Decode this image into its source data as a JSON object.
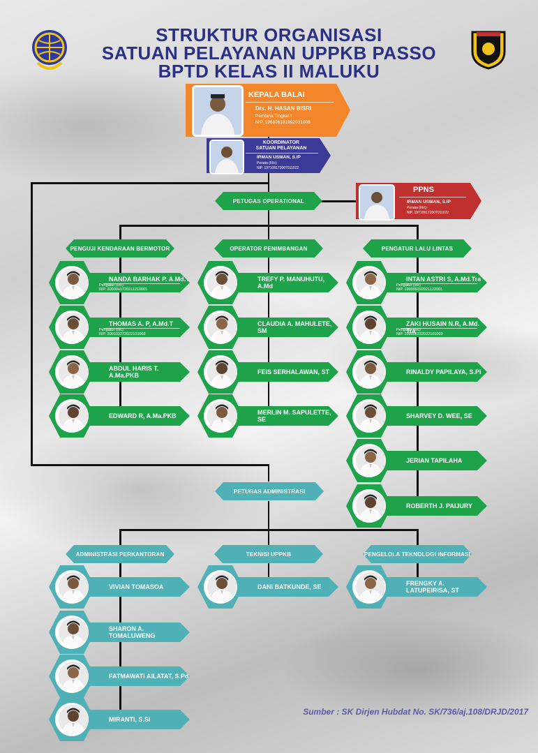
{
  "header": {
    "title_line1": "STRUKTUR ORGANISASI",
    "title_line2": "SATUAN PELAYANAN UPPKB PASSO",
    "title_line3": "BPTD KELAS II MALUKU"
  },
  "head": {
    "role": "KEPALA BALAI",
    "name": "Drs. H. HASAN BISRI",
    "rank": "Pembina Tingkat I",
    "nip": "NIP. 196806181992031008"
  },
  "coordinator": {
    "role_line1": "KOORDINATOR",
    "role_line2": "SATUAN PELAYANAN",
    "name": "IRMAN USMAN, S.IP",
    "rank": "Penata (III/c)",
    "nip": "NIP. 197109172007011022"
  },
  "ppns": {
    "role": "PPNS",
    "name": "IRMAN USMAN, S.IP",
    "rank": "Penata (III/c)",
    "nip": "NIP. 197109172007011022"
  },
  "operational": {
    "label": "PETUGAS OPERATIONAL",
    "groups": [
      {
        "label": "PENGUJI KENDARAAN BERMOTOR"
      },
      {
        "label": "OPERATOR PENIMBANGAN"
      },
      {
        "label": "PENGATUR LALU LINTAS"
      }
    ],
    "col1": [
      {
        "name": "NANDA BARHAK P. A.Md.T",
        "rank": "Pengatur (II/c)",
        "nip": "NIP. 2000041720211210001"
      },
      {
        "name": "THOMAS A. P, A.Md.T",
        "rank": "Pengatur (II/c)",
        "nip": "NIP. 200103272022101002"
      },
      {
        "name": "ABDUL HARIS T. A.Ma.PKB"
      },
      {
        "name": "EDWARD R, A.Ma.PKB"
      }
    ],
    "col2": [
      {
        "name": "TREFY P. MANUHUTU, A.Md"
      },
      {
        "name": "CLAUDIA A. MAHULETE, SM"
      },
      {
        "name": "FEIS SERHALAWAN, ST"
      },
      {
        "name": "MERLIN M. SAPULETTE, SE"
      }
    ],
    "col3": [
      {
        "name": "INTAN ASTRI S, A.Md.Tra",
        "rank": "Pengatur (II/c)",
        "nip": "NIP. 199909192021122001"
      },
      {
        "name": "ZAKI HUSAIN N.R, A.Md. Tra",
        "rank": "Pengatur (II/c)",
        "nip": "NIP. 200006232022101003"
      },
      {
        "name": "RINALDY PAPILAYA, S.Pi"
      },
      {
        "name": "SHARVEY D. WEE, SE"
      },
      {
        "name": "JERIAN TAPILAHA"
      },
      {
        "name": "ROBERTH J. PAIJURY"
      }
    ]
  },
  "administration": {
    "label": "PETUGAS ADMINISTRASI",
    "groups": [
      {
        "label": "ADMINISTRASI PERKANTORAN"
      },
      {
        "label": "TEKNISI UPPKB"
      },
      {
        "label": "PENGELOLA TEKNOLOGI INFORMASI"
      }
    ],
    "col1": [
      {
        "name": "VIVIAN TOMASOA"
      },
      {
        "name": "SHARON A. TOMALUWENG"
      },
      {
        "name": "FATMAWATI AILATAT, S.Pd"
      },
      {
        "name": "MIRANTI, S.Si"
      }
    ],
    "col2": [
      {
        "name": "DANI BATKUNDE, SE"
      }
    ],
    "col3": [
      {
        "name": "FRENGKY A. LATUPEIRISA, ST"
      }
    ]
  },
  "footer": {
    "source": "Sumber : SK Dirjen Hubdat No. SK/736/aj.108/DRJD/2017"
  },
  "colors": {
    "head": "#f3862a",
    "coordinator": "#3b3a96",
    "ppns": "#c0302f",
    "operational": "#1ea34a",
    "administration": "#4fb1b5",
    "title": "#2b2f86"
  },
  "icons": {
    "left_logo": "ministry-of-transportation-emblem",
    "right_logo": "dishub-shield-emblem",
    "person": "person-portrait"
  }
}
